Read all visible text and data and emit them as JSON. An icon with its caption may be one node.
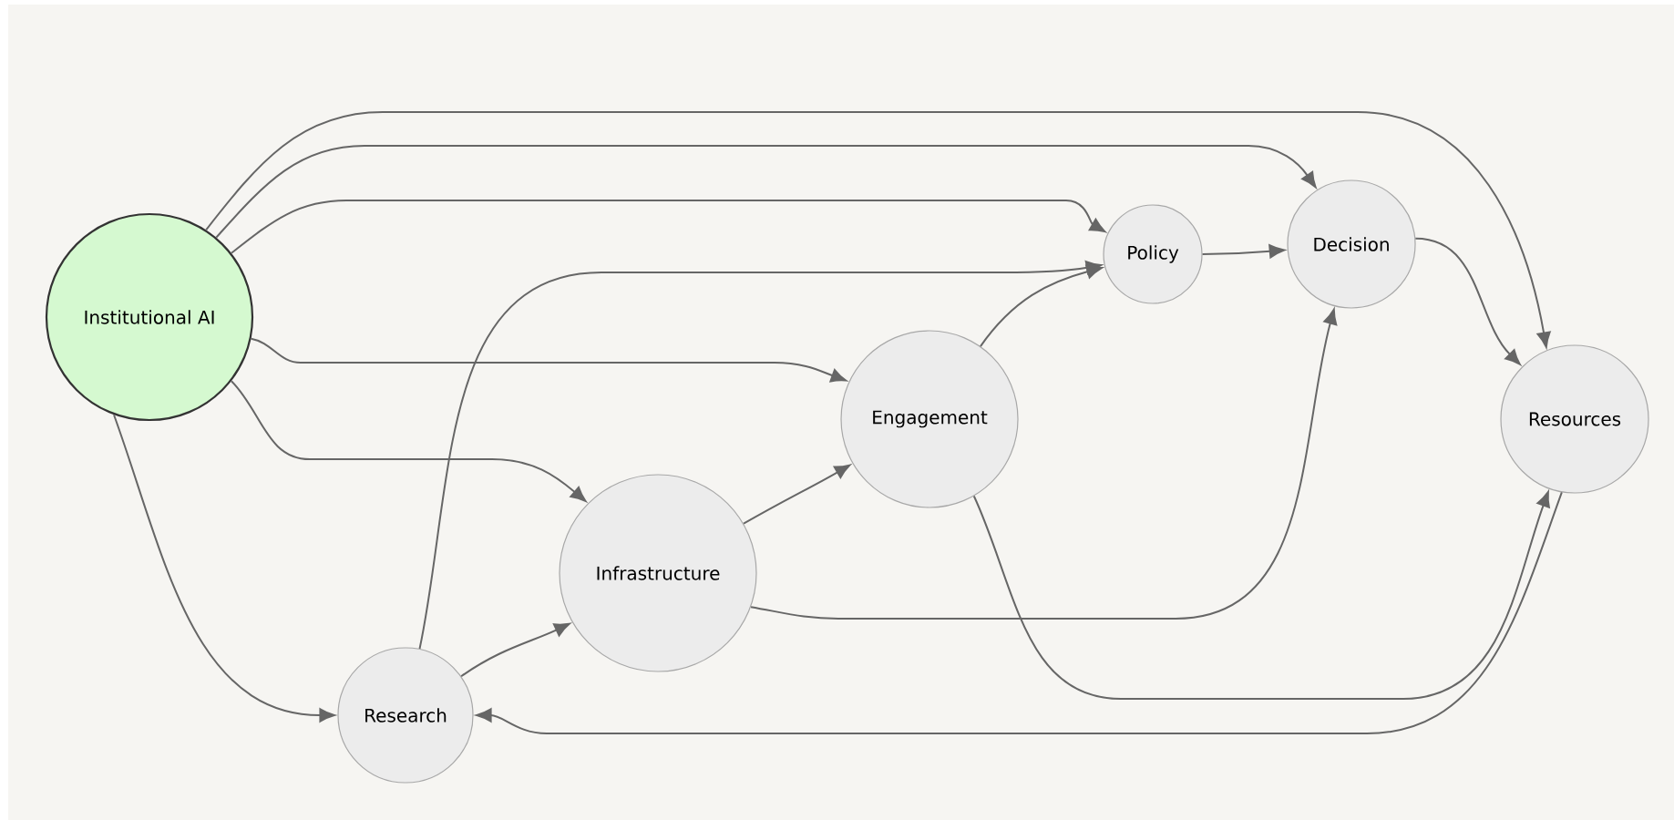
{
  "diagram": {
    "nodes": [
      {
        "text": [
          "Institutional AI"
        ]
      },
      {
        "text": [
          "Research"
        ]
      },
      {
        "text": [
          "Infrastructure"
        ]
      },
      {
        "text": [
          "Engagement"
        ]
      },
      {
        "text": [
          "Policy"
        ]
      },
      {
        "text": [
          "Decision"
        ]
      },
      {
        "text": [
          "Resources"
        ]
      }
    ],
    "edges": [
      {
        "from": 0,
        "to": 6,
        "arrow": "to"
      },
      {
        "from": 0,
        "to": 5,
        "arrow": "to"
      },
      {
        "from": 0,
        "to": 4,
        "arrow": "to"
      },
      {
        "from": 0,
        "to": 3,
        "arrow": "to"
      },
      {
        "from": 0,
        "to": 2,
        "arrow": "to"
      },
      {
        "from": 0,
        "to": 1,
        "arrow": "to"
      },
      {
        "from": 1,
        "to": 4,
        "arrow": "to"
      },
      {
        "from": 1,
        "to": 2,
        "arrow": "to"
      },
      {
        "from": 2,
        "to": 3,
        "arrow": "to"
      },
      {
        "from": 2,
        "to": 5,
        "arrow": "to"
      },
      {
        "from": 3,
        "to": 4,
        "arrow": "to"
      },
      {
        "from": 3,
        "to": 6,
        "arrow": "to"
      },
      {
        "from": 4,
        "to": 5,
        "arrow": "to"
      },
      {
        "from": 5,
        "to": 6,
        "arrow": "to"
      },
      {
        "from": 6,
        "to": 1,
        "arrow": "to"
      }
    ]
  }
}
